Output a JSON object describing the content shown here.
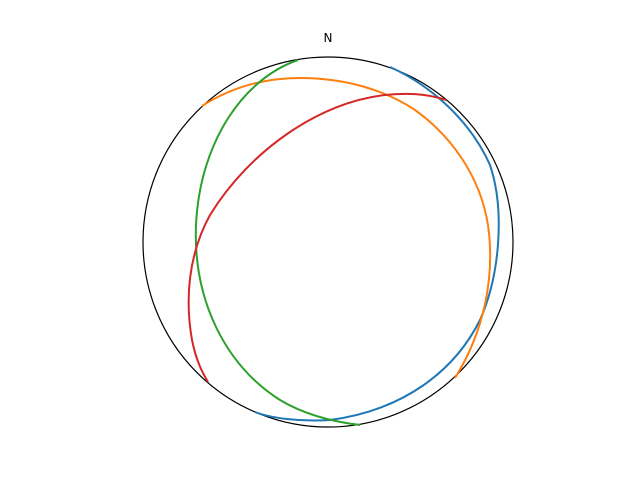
{
  "figure": {
    "north_label": "N",
    "primitive_color": "#000000"
  },
  "arcs": [
    {
      "id": "blue",
      "color": "#1f77b4"
    },
    {
      "id": "orange",
      "color": "#ff7f0e"
    },
    {
      "id": "green",
      "color": "#2ca02c"
    },
    {
      "id": "red",
      "color": "#d62728"
    }
  ]
}
